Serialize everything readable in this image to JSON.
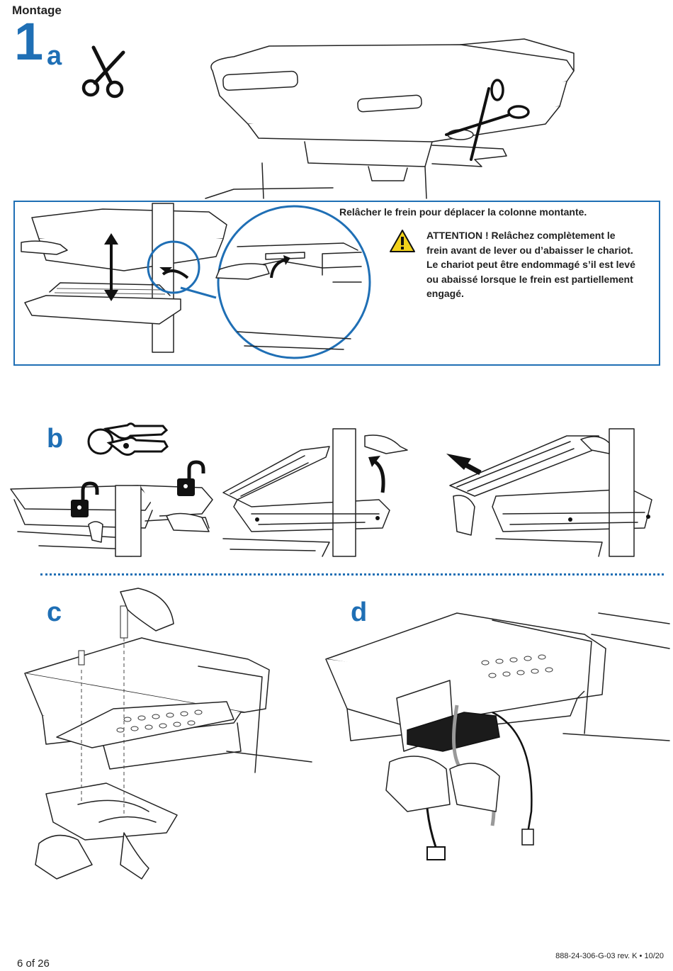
{
  "section": {
    "title": "Montage"
  },
  "step": {
    "number": "1"
  },
  "substeps": {
    "a": "a",
    "b": "b",
    "c": "c",
    "d": "d"
  },
  "note": {
    "instruction": "Relâcher le frein pour déplacer la colonne montante.",
    "warning": "ATTENTION ! Relâchez complètement le frein avant de lever ou d’abaisser le chariot. Le chariot peut être endommagé s’il est levé ou abaissé lorsque le frein est partiellement engagé."
  },
  "footer": {
    "page": "6 of 26",
    "doc_ref": "888-24-306-G-03 rev. K • 10/20"
  },
  "colors": {
    "accent": "#1f6fb5",
    "warning_yellow": "#f2d21b"
  },
  "icons": [
    "scissors-icon",
    "keys-icon",
    "unlock-icon",
    "warning-icon",
    "arrow-icon"
  ]
}
